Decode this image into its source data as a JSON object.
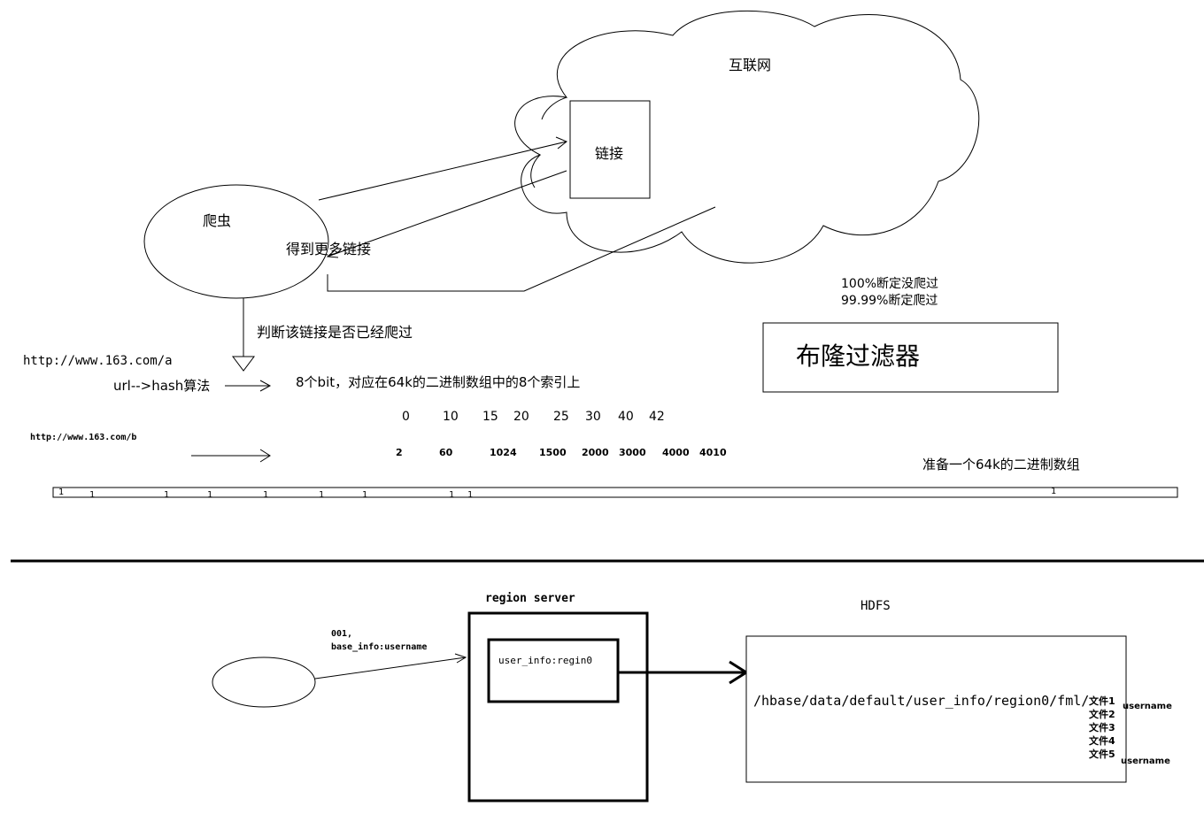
{
  "top": {
    "internet_label": "互联网",
    "link_label": "链接",
    "crawler_label": "爬虫",
    "more_links_label": "得到更多链接",
    "judge_label": "判断该链接是否已经爬过",
    "url_a": "http://www.163.com/a",
    "url_hash_label": "url-->hash算法",
    "bits_desc": "8个bit，对应在64k的二进制数组中的8个索引上",
    "url_b": "http://www.163.com/b",
    "prob_line1": "100%断定没爬过",
    "prob_line2": "99.99%断定爬过",
    "bloom_filter_label": "布隆过滤器",
    "prepare_array_label": "准备一个64k的二进制数组",
    "index_row_a": [
      "0",
      "10",
      "15",
      "20",
      "25",
      "30",
      "40",
      "42"
    ],
    "index_row_b": [
      "2",
      "60",
      "1024",
      "1500",
      "2000",
      "3000",
      "4000",
      "4010"
    ],
    "bit_values": [
      "1",
      "1",
      "1",
      "1",
      "1",
      "1",
      "1",
      "1",
      "1",
      "1"
    ]
  },
  "bottom": {
    "request_line1": "001,",
    "request_line2": "base_info:username",
    "region_server_label": "region server",
    "region_label": "user_info:regin0",
    "hdfs_label": "HDFS",
    "hdfs_path": "/hbase/data/default/user_info/region0/fml/",
    "files": [
      "文件1",
      "文件2",
      "文件3",
      "文件4",
      "文件5"
    ],
    "username_top": "username",
    "username_bottom": "username"
  }
}
